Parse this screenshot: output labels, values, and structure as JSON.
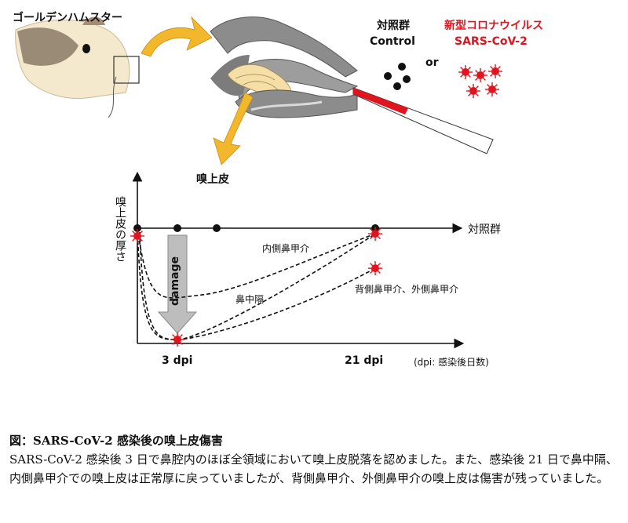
{
  "top": {
    "animal_label": "ゴールデンハムスター",
    "epithelium_label": "嗅上皮",
    "control_label_jp": "対照群",
    "control_label_en": "Control",
    "or_label": "or",
    "virus_label_jp": "新型コロナウイルス",
    "virus_label_en": "SARS-CoV-2"
  },
  "chart": {
    "ylabel": "嗅上皮の厚さ",
    "control_line_label": "対照群",
    "damage_label": "damage",
    "curve_labels": {
      "medial": "内側鼻甲介",
      "septum": "鼻中隔",
      "dorsal_lateral": "背側鼻甲介、外側鼻甲介"
    },
    "x_ticks": [
      "3 dpi",
      "21 dpi"
    ],
    "x_note": "(dpi: 感染後日数)"
  },
  "chart_data": {
    "type": "line",
    "x_ticks": [
      "3 dpi",
      "21 dpi"
    ],
    "series": [
      {
        "name": "対照群",
        "x": [
          0,
          3,
          6,
          21
        ],
        "y": [
          1.0,
          1.0,
          1.0,
          1.0
        ]
      },
      {
        "name": "内側鼻甲介",
        "x": [
          0,
          3,
          21
        ],
        "y": [
          1.0,
          0.4,
          0.95
        ]
      },
      {
        "name": "鼻中隔",
        "x": [
          0,
          3,
          21
        ],
        "y": [
          1.0,
          0.0,
          0.95
        ]
      },
      {
        "name": "背側鼻甲介、外側鼻甲介",
        "x": [
          0,
          3,
          21
        ],
        "y": [
          1.0,
          0.0,
          0.64
        ]
      }
    ],
    "xlabel": "(dpi: 感染後日数)",
    "ylabel": "嗅上皮の厚さ"
  },
  "colors": {
    "virus": "#e0141e",
    "arrow": "#f3b72b",
    "damage_arrow": "#bdbdbd"
  },
  "caption": {
    "title": "図：SARS-CoV-2 感染後の嗅上皮傷害",
    "body": "SARS-CoV-2 感染後 3 日で鼻腔内のほぼ全領域において嗅上皮脱落を認めました。また、感染後 21 日で鼻中隔、内側鼻甲介での嗅上皮は正常厚に戻っていましたが、背側鼻甲介、外側鼻甲介の嗅上皮は傷害が残っていました。"
  }
}
